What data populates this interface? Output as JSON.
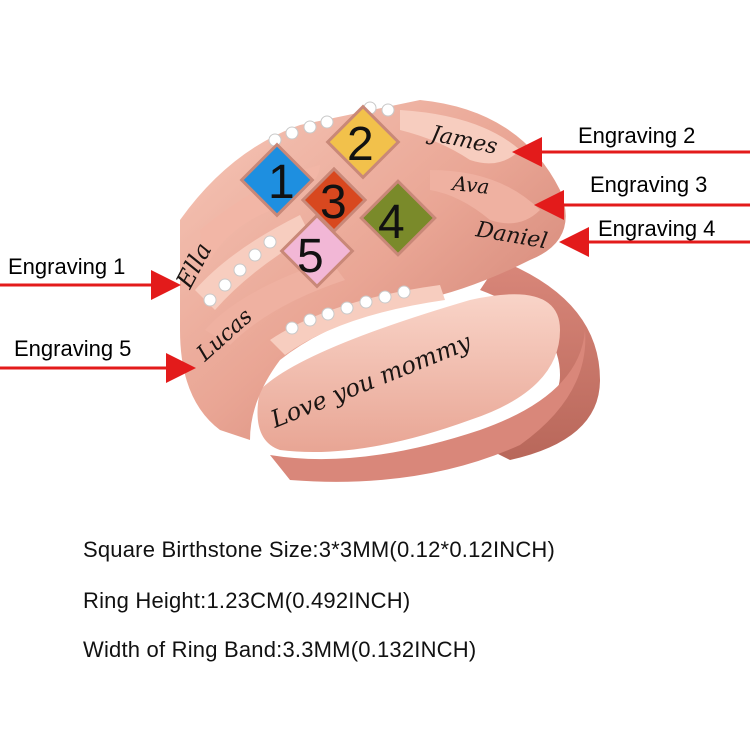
{
  "engravings": {
    "labels": [
      "Engraving 1",
      "Engraving 2",
      "Engraving 3",
      "Engraving 4",
      "Engraving 5"
    ],
    "names": {
      "ella": "Ella",
      "james": "James",
      "ava": "Ava",
      "daniel": "Daniel",
      "lucas": "Lucas",
      "inside": "Love you mommy"
    },
    "arrow_color": "#e31b1b"
  },
  "stones": {
    "numbers": [
      "1",
      "2",
      "3",
      "4",
      "5"
    ],
    "colors": {
      "1": "#1e8fe0",
      "2": "#f2c14b",
      "3": "#d8481f",
      "4": "#7a8a2a",
      "5": "#f2b7d6"
    }
  },
  "specs": {
    "stone_size": "Square Birthstone Size:3*3MM(0.12*0.12INCH)",
    "ring_height": "Ring Height:1.23CM(0.492INCH)",
    "band_width": "Width of Ring Band:3.3MM(0.132INCH)"
  },
  "ring": {
    "metal_color": "#e9a594"
  }
}
